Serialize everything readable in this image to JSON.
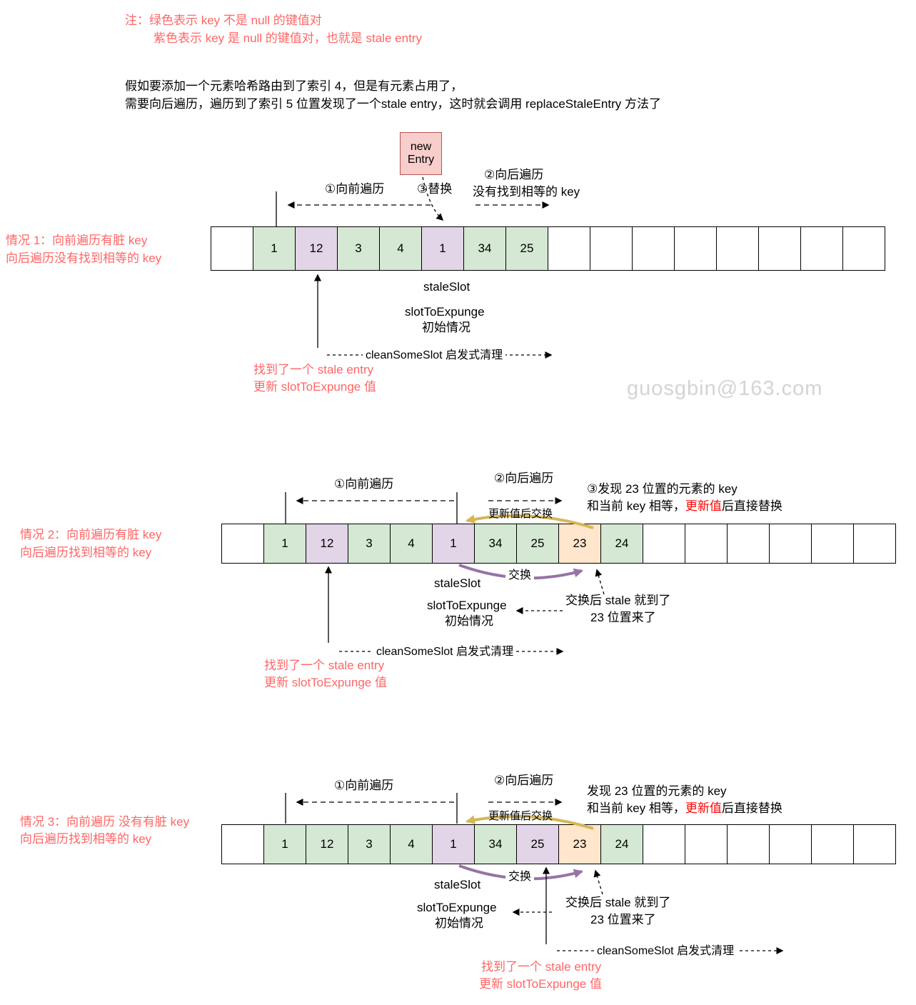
{
  "page": {
    "notes_line1": "注：绿色表示 key 不是 null 的键值对",
    "notes_line2": "紫色表示 key 是 null 的键值对，也就是 stale entry",
    "intro_line1": "假如要添加一个元素哈希路由到了索引 4，但是有元素占用了，",
    "intro_line2": "需要向后遍历，遍历到了索引 5 位置发现了一个stale entry，这时就会调用 replaceStaleEntry 方法了",
    "watermark": "guosgbin@163.com"
  },
  "legend_colors": {
    "green_not_null": "#d5e8d4",
    "purple_stale": "#e1d5e7",
    "orange_match": "#ffe6cc",
    "new_entry_pink": "#f8cecc",
    "note_red_text": "#FF6666",
    "highlight_red": "#FF0000",
    "swap_arrow_yellow": "#D6B656",
    "swap_arrow_purple": "#9673A6"
  },
  "scenario1": {
    "case_label_line1": "情况 1：向前遍历有脏 key",
    "case_label_line2": "向后遍历没有找到相等的 key",
    "new_entry_line1": "new",
    "new_entry_line2": "Entry",
    "step_forward": "①向前遍历",
    "step_replace": "③替换",
    "step_backward_line1": "②向后遍历",
    "step_backward_line2": "没有找到相等的 key",
    "stale_slot": "staleSlot",
    "slot_to_expunge_line1": "slotToExpunge",
    "slot_to_expunge_line2": "初始情况",
    "clean_label": "cleanSomeSlot 启发式清理",
    "found_line1": "找到了一个 stale entry",
    "found_line2": "更新 slotToExpunge 值",
    "cells": [
      {
        "v": "",
        "c": "white"
      },
      {
        "v": "1",
        "c": "green"
      },
      {
        "v": "12",
        "c": "purple"
      },
      {
        "v": "3",
        "c": "green"
      },
      {
        "v": "4",
        "c": "green"
      },
      {
        "v": "1",
        "c": "purple"
      },
      {
        "v": "34",
        "c": "green"
      },
      {
        "v": "25",
        "c": "green"
      },
      {
        "v": "",
        "c": "white"
      },
      {
        "v": "",
        "c": "white"
      },
      {
        "v": "",
        "c": "white"
      },
      {
        "v": "",
        "c": "white"
      },
      {
        "v": "",
        "c": "white"
      },
      {
        "v": "",
        "c": "white"
      },
      {
        "v": "",
        "c": "white"
      },
      {
        "v": "",
        "c": "white"
      }
    ]
  },
  "scenario2": {
    "case_label_line1": "情况 2：向前遍历有脏 key",
    "case_label_line2": "向后遍历找到相等的 key",
    "step_forward": "①向前遍历",
    "step_backward": "②向后遍历",
    "step_found_line1": "③发现 23 位置的元素的 key",
    "step_found_line2_prefix": "和当前 key 相等，",
    "step_found_line2_red": "更新值",
    "step_found_line2_suffix": "后直接替换",
    "swap_after_update": "更新值后交换",
    "swap": "交换",
    "stale_slot": "staleSlot",
    "slot_to_expunge_line1": "slotToExpunge",
    "slot_to_expunge_line2": "初始情况",
    "stale_moved_line1": "交换后 stale 就到了",
    "stale_moved_line2": "23 位置来了",
    "clean_label": "cleanSomeSlot 启发式清理",
    "found_line1": "找到了一个 stale entry",
    "found_line2": "更新 slotToExpunge 值",
    "cells": [
      {
        "v": "",
        "c": "white"
      },
      {
        "v": "1",
        "c": "green"
      },
      {
        "v": "12",
        "c": "purple"
      },
      {
        "v": "3",
        "c": "green"
      },
      {
        "v": "4",
        "c": "green"
      },
      {
        "v": "1",
        "c": "purple"
      },
      {
        "v": "34",
        "c": "green"
      },
      {
        "v": "25",
        "c": "green"
      },
      {
        "v": "23",
        "c": "orange"
      },
      {
        "v": "24",
        "c": "green"
      },
      {
        "v": "",
        "c": "white"
      },
      {
        "v": "",
        "c": "white"
      },
      {
        "v": "",
        "c": "white"
      },
      {
        "v": "",
        "c": "white"
      },
      {
        "v": "",
        "c": "white"
      },
      {
        "v": "",
        "c": "white"
      }
    ]
  },
  "scenario3": {
    "case_label_line1": "情况 3：向前遍历 没有有脏 key",
    "case_label_line2": "向后遍历找到相等的 key",
    "step_forward": "①向前遍历",
    "step_backward": "②向后遍历",
    "step_found_line1": "发现 23 位置的元素的 key",
    "step_found_line2_prefix": "和当前 key 相等，",
    "step_found_line2_red": "更新值",
    "step_found_line2_suffix": "后直接替换",
    "swap_after_update": "更新值后交换",
    "swap": "交换",
    "stale_slot": "staleSlot",
    "slot_to_expunge_line1": "slotToExpunge",
    "slot_to_expunge_line2": "初始情况",
    "stale_moved_line1": "交换后 stale 就到了",
    "stale_moved_line2": "23 位置来了",
    "clean_label": "cleanSomeSlot 启发式清理",
    "found_line1": "找到了一个 stale entry",
    "found_line2": "更新 slotToExpunge 值",
    "cells": [
      {
        "v": "",
        "c": "white"
      },
      {
        "v": "1",
        "c": "green"
      },
      {
        "v": "12",
        "c": "green"
      },
      {
        "v": "3",
        "c": "green"
      },
      {
        "v": "4",
        "c": "green"
      },
      {
        "v": "1",
        "c": "purple"
      },
      {
        "v": "34",
        "c": "green"
      },
      {
        "v": "25",
        "c": "purple"
      },
      {
        "v": "23",
        "c": "orange"
      },
      {
        "v": "24",
        "c": "green"
      },
      {
        "v": "",
        "c": "white"
      },
      {
        "v": "",
        "c": "white"
      },
      {
        "v": "",
        "c": "white"
      },
      {
        "v": "",
        "c": "white"
      },
      {
        "v": "",
        "c": "white"
      },
      {
        "v": "",
        "c": "white"
      }
    ]
  }
}
